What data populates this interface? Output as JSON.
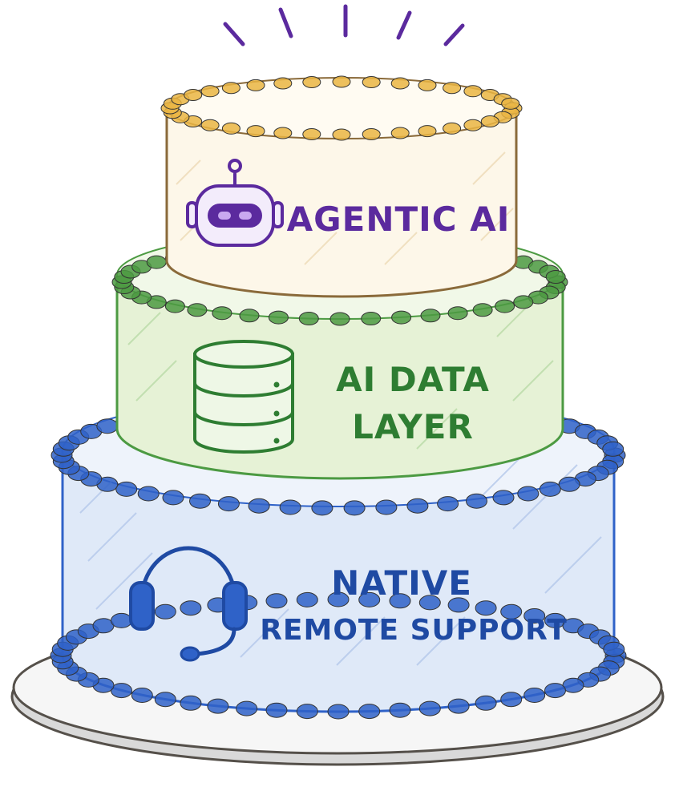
{
  "tiers": [
    {
      "id": "top",
      "lines": [
        "AGENTIC AI"
      ],
      "icon": "robot-icon",
      "color": "#5b2a9e",
      "frosting_color": "#eab543",
      "fill_color": "#fdf7e9"
    },
    {
      "id": "middle",
      "lines": [
        "AI DATA",
        "LAYER"
      ],
      "icon": "database-icon",
      "color": "#2e7d32",
      "frosting_color": "#4c9a42",
      "fill_color": "#e6f2d6"
    },
    {
      "id": "bottom",
      "lines": [
        "NATIVE",
        "REMOTE SUPPORT"
      ],
      "icon": "headset-icon",
      "color": "#1f4aa3",
      "frosting_color": "#2f62c8",
      "fill_color": "#dfe9f8"
    }
  ],
  "accent_colors": {
    "rays": "#5b2a9e",
    "outline": "#55504a",
    "plate": "#f2f2f2"
  }
}
